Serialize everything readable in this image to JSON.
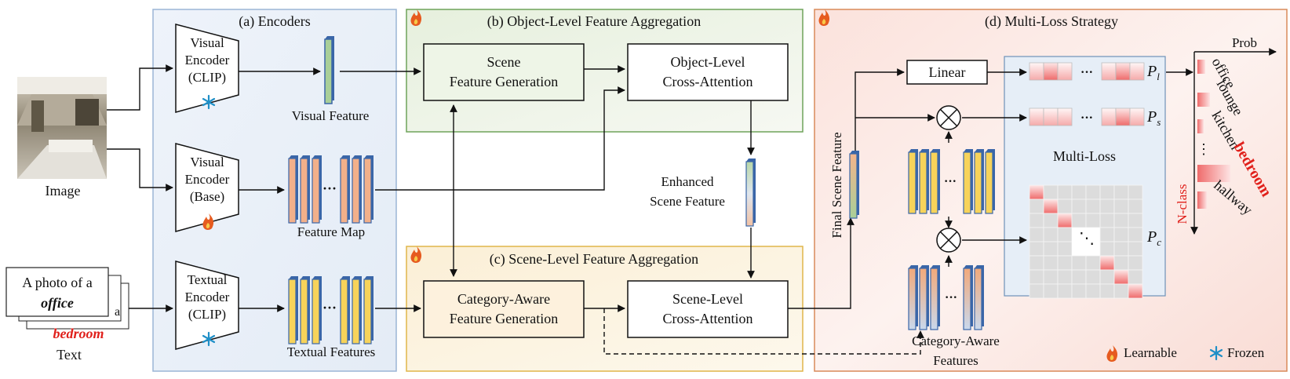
{
  "panels": {
    "encoders": "(a) Encoders",
    "object_level": "(b) Object-Level Feature Aggregation",
    "scene_level": "(c) Scene-Level Feature Aggregation",
    "multi_loss": "(d) Multi-Loss Strategy"
  },
  "image_label": "Image",
  "text_label": "Text",
  "text_cards": {
    "line1": "A photo of a",
    "line2": "office",
    "back_letter": "a",
    "back_word": "bedroom"
  },
  "encoders": {
    "visual_clip": [
      "Visual",
      "Encoder",
      "(CLIP)"
    ],
    "visual_base": [
      "Visual",
      "Encoder",
      "(Base)"
    ],
    "textual_clip": [
      "Textual",
      "Encoder",
      "(CLIP)"
    ]
  },
  "features": {
    "visual_feature": "Visual Feature",
    "feature_map": "Feature Map",
    "textual_features": "Textual Features",
    "enhanced_scene_feature": [
      "Enhanced",
      "Scene Feature"
    ],
    "final_scene_feature": "Final Scene Feature",
    "category_aware_features": [
      "Category-Aware",
      "Features"
    ],
    "ellipsis": "···",
    "diag_ellipsis": "⋱",
    "vdots": "⋮"
  },
  "modules": {
    "scene_feature_generation": [
      "Scene",
      "Feature Generation"
    ],
    "object_level_cross_attention": [
      "Object-Level",
      "Cross-Attention"
    ],
    "category_aware_feature_generation": [
      "Category-Aware",
      "Feature Generation"
    ],
    "scene_level_cross_attention": [
      "Scene-Level",
      "Cross-Attention"
    ],
    "linear": "Linear"
  },
  "multi_loss": {
    "label": "Multi-Loss",
    "p_l": "P",
    "p_l_sub": "l",
    "p_s": "P",
    "p_s_sub": "s",
    "p_c": "P",
    "p_c_sub": "c"
  },
  "output": {
    "prob": "Prob",
    "n_class": "N-class",
    "classes": [
      "office",
      "lounge",
      "kitchen",
      "bedroom",
      "hallway"
    ],
    "highlight": "bedroom"
  },
  "legend": {
    "learnable": "Learnable",
    "frozen": "Frozen"
  },
  "colors": {
    "encoders_border": "#9bb5d6",
    "object_border": "#6fa35a",
    "scene_border": "#e0b64a",
    "multiloss_border": "#d98a5a",
    "red_text": "#e0201b",
    "learnable_flame": "#e65b1f",
    "frozen_snow": "#1f8fc7"
  }
}
